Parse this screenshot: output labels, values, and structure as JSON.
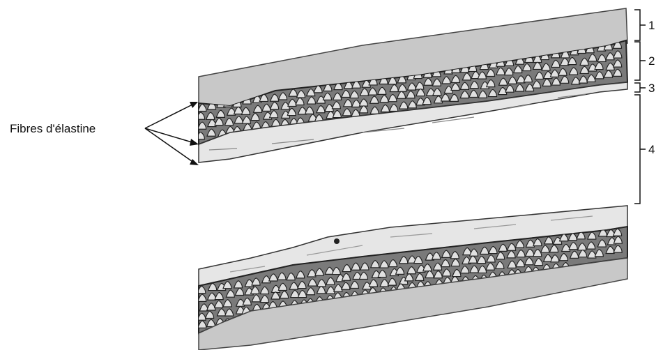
{
  "figure": {
    "label_text": "Fibres d'élastine",
    "layer_numbers": [
      "1",
      "2",
      "3",
      "4"
    ]
  },
  "colors": {
    "background": "#ffffff",
    "adventitia": "#c8c8c8",
    "media": "#7a7a7a",
    "intima": "#e6e6e6",
    "outline": "#333333",
    "cells": "#e0e0e0"
  }
}
